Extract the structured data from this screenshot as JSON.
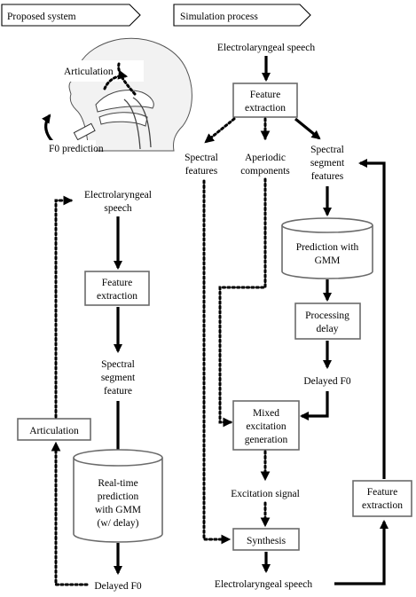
{
  "tabs": {
    "proposed": "Proposed system",
    "simulation": "Simulation process"
  },
  "left": {
    "articulation_label": "Articulation",
    "f0_prediction_label": "F0 prediction",
    "el_speech": [
      "Electrolaryngeal",
      "speech"
    ],
    "feature_extraction": [
      "Feature",
      "extraction"
    ],
    "spectral_segment_feature": [
      "Spectral",
      "segment",
      "feature"
    ],
    "articulation_box": "Articulation",
    "realtime_gmm": [
      "Real-time",
      "prediction",
      "with GMM",
      "(w/ delay)"
    ],
    "delayed_f0": "Delayed F0"
  },
  "right": {
    "el_speech_top": "Electrolaryngeal speech",
    "feature_extraction": [
      "Feature",
      "extraction"
    ],
    "spectral_features": [
      "Spectral",
      "features"
    ],
    "aperiodic_components": [
      "Aperiodic",
      "components"
    ],
    "spectral_segment_features": [
      "Spectral",
      "segment",
      "features"
    ],
    "prediction_gmm": [
      "Prediction with",
      "GMM"
    ],
    "processing_delay": [
      "Processing",
      "delay"
    ],
    "delayed_f0": "Delayed F0",
    "mixed_excitation": [
      "Mixed",
      "excitation",
      "generation"
    ],
    "excitation_signal": "Excitation signal",
    "synthesis": "Synthesis",
    "el_speech_bottom": "Electrolaryngeal speech",
    "feature_extraction_loop": [
      "Feature",
      "extraction"
    ]
  }
}
